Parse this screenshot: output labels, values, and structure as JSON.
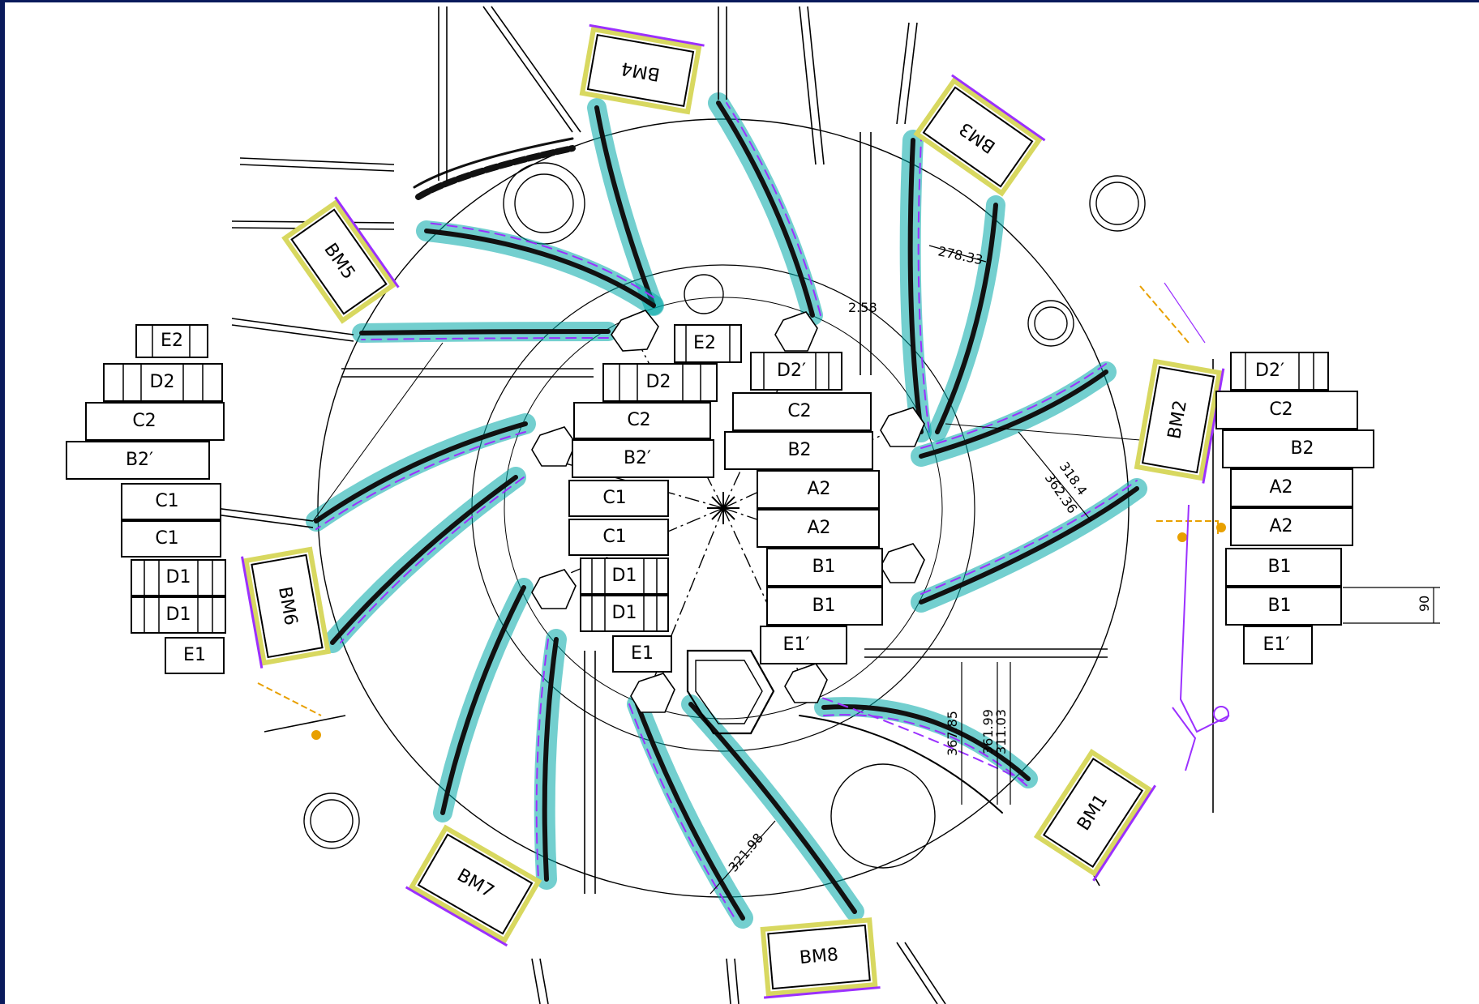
{
  "diagram": {
    "colors": {
      "background": "#0a1a5c",
      "paper": "#ffffff",
      "line": "#000000",
      "cyan": "#00a8a8",
      "purple": "#9b30ff",
      "yellow": "#d8d860",
      "orange": "#e8a000"
    },
    "modules": [
      "BM1",
      "BM2",
      "BM3",
      "BM4",
      "BM5",
      "BM6",
      "BM7",
      "BM8"
    ],
    "left_stack": [
      "E2",
      "D2",
      "C2",
      "B2′",
      "C1",
      "C1",
      "D1",
      "D1",
      "E1"
    ],
    "center_left_stack": [
      "E2",
      "D2",
      "C2",
      "B2′",
      "C1",
      "C1",
      "D1",
      "D1",
      "E1"
    ],
    "center_right_stack": [
      "D2′",
      "C2",
      "B2",
      "A2",
      "A2",
      "B1",
      "B1",
      "E1′"
    ],
    "right_stack": [
      "D2′",
      "C2",
      "B2",
      "A2",
      "A2",
      "B1",
      "B1",
      "E1′"
    ],
    "dimensions": [
      "278.33",
      "2.58",
      "318.4",
      "362.36",
      "367.85",
      "361.99",
      "311.03",
      "321.98",
      "90"
    ]
  }
}
